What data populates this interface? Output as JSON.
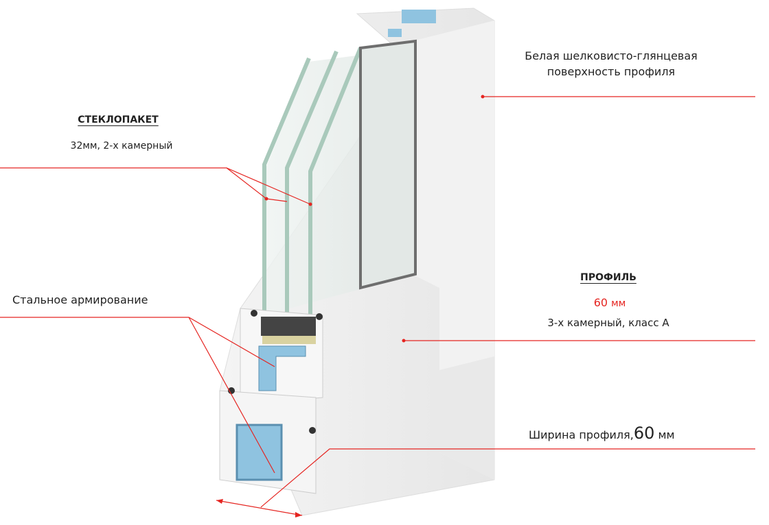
{
  "labels": {
    "surface_line1": "Белая шелковисто-глянцевая",
    "surface_line2": "поверхность профиля",
    "glass_title": "СТЕКЛОПАКЕТ",
    "glass_desc": "32мм, 2-х камерный",
    "steel": "Стальное армирование",
    "profile_title": "ПРОФИЛЬ",
    "profile_value": "60",
    "profile_unit": "мм",
    "profile_desc": "3-х камерный, класс А",
    "width_text": "Ширина профиля,",
    "width_value": "60",
    "width_unit": "мм"
  },
  "colors": {
    "leader": "#e52521",
    "reinforcement": "#8fc3e0",
    "glass": "#a9c9bb"
  }
}
